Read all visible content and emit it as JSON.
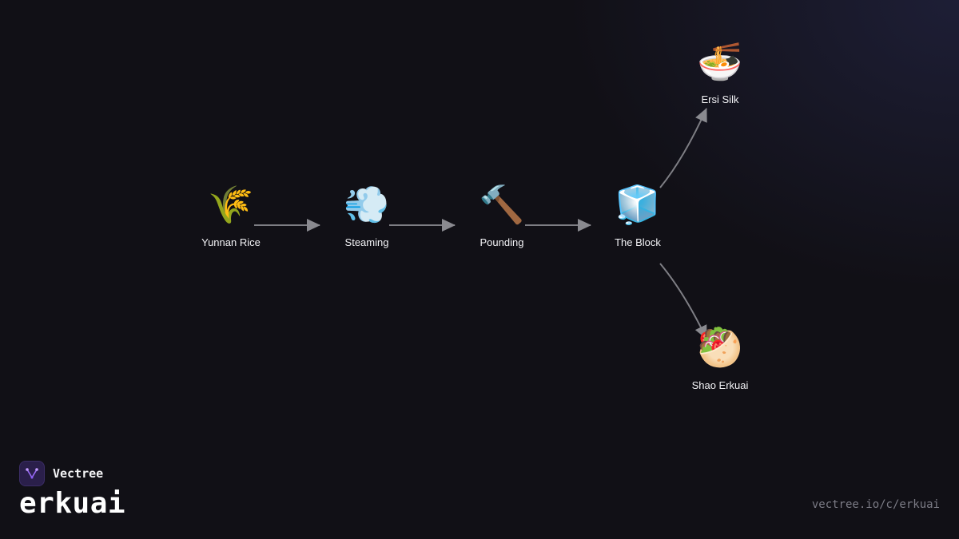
{
  "diagram": {
    "nodes": [
      {
        "id": "yunnan-rice",
        "icon": "🌾",
        "icon_name": "rice-icon",
        "label": "Yunnan Rice"
      },
      {
        "id": "steaming",
        "icon": "💨",
        "icon_name": "steam-icon",
        "label": "Steaming"
      },
      {
        "id": "pounding",
        "icon": "🔨",
        "icon_name": "hammer-icon",
        "label": "Pounding"
      },
      {
        "id": "the-block",
        "icon": "🧊",
        "icon_name": "block-icon",
        "label": "The Block"
      },
      {
        "id": "ersi-silk",
        "icon": "🍜",
        "icon_name": "noodle-bowl-icon",
        "label": "Ersi Silk"
      },
      {
        "id": "shao-erkuai",
        "icon": "🥙",
        "icon_name": "flatbread-icon",
        "label": "Shao Erkuai"
      }
    ],
    "edges": [
      {
        "from": "yunnan-rice",
        "to": "steaming"
      },
      {
        "from": "steaming",
        "to": "pounding"
      },
      {
        "from": "pounding",
        "to": "the-block"
      },
      {
        "from": "the-block",
        "to": "ersi-silk"
      },
      {
        "from": "the-block",
        "to": "shao-erkuai"
      }
    ]
  },
  "brand": {
    "name": "Vectree",
    "logo_icon": "vectree-logo-icon",
    "accent_color": "#8b5cf6"
  },
  "title": "erkuai",
  "url": "vectree.io/c/erkuai"
}
